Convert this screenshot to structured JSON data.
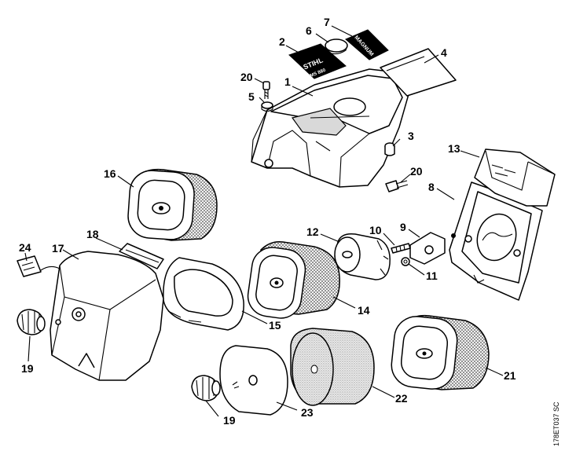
{
  "diagram": {
    "drawing_code": "178ET037 SC",
    "logos": {
      "brand": "STIHL",
      "model": "MS 880",
      "magnum": "MAGNUM"
    },
    "callouts": [
      {
        "id": "c1",
        "label": "1"
      },
      {
        "id": "c2",
        "label": "2"
      },
      {
        "id": "c3",
        "label": "3"
      },
      {
        "id": "c4",
        "label": "4"
      },
      {
        "id": "c5",
        "label": "5"
      },
      {
        "id": "c6",
        "label": "6"
      },
      {
        "id": "c7",
        "label": "7"
      },
      {
        "id": "c8",
        "label": "8"
      },
      {
        "id": "c9",
        "label": "9"
      },
      {
        "id": "c10",
        "label": "10"
      },
      {
        "id": "c11",
        "label": "11"
      },
      {
        "id": "c12",
        "label": "12"
      },
      {
        "id": "c13",
        "label": "13"
      },
      {
        "id": "c14",
        "label": "14"
      },
      {
        "id": "c15",
        "label": "15"
      },
      {
        "id": "c16",
        "label": "16"
      },
      {
        "id": "c17",
        "label": "17"
      },
      {
        "id": "c18",
        "label": "18"
      },
      {
        "id": "c19a",
        "label": "19"
      },
      {
        "id": "c19b",
        "label": "19"
      },
      {
        "id": "c20a",
        "label": "20"
      },
      {
        "id": "c20b",
        "label": "20"
      },
      {
        "id": "c21",
        "label": "21"
      },
      {
        "id": "c22",
        "label": "22"
      },
      {
        "id": "c23",
        "label": "23"
      },
      {
        "id": "c24",
        "label": "24"
      }
    ]
  }
}
